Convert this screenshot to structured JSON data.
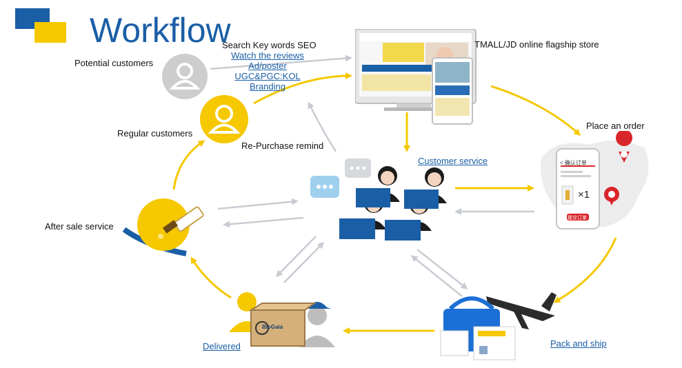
{
  "title": "Workflow",
  "colors": {
    "accent": "#f5c800",
    "brand": "#1a5ea6",
    "grey_arrow": "#c8ccd2",
    "grey_person": "#cdcdcd",
    "pin": "#d9262b"
  },
  "nodes": {
    "potential_customers": "Potential customers",
    "regular_customers": "Regular customers",
    "repurchase": "Re-Purchase remind",
    "after_sale": "After sale service",
    "delivered": "Delivered",
    "pack_ship": "Pack and ship",
    "place_order": "Place an order",
    "customer_service": "Customer service",
    "store": "TMALL/JD online flagship store"
  },
  "channels": {
    "search": "Search Key words SEO",
    "items": [
      "Watch the reviews",
      "Ad/poster",
      "UGC&PGC:KOL",
      "Branding"
    ]
  },
  "phone": {
    "header": "< 确认订单",
    "quantity": "×1",
    "submit": "提交订单"
  },
  "box_brand": "BioGaia"
}
